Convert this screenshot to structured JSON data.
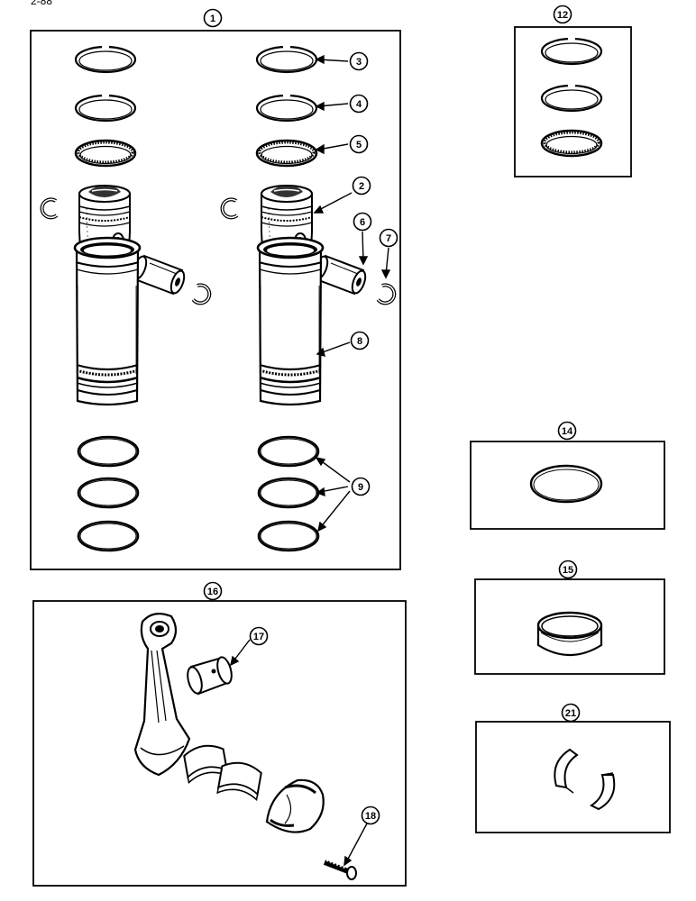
{
  "page_mark": "2-88",
  "callouts": [
    "1",
    "2",
    "3",
    "4",
    "5",
    "6",
    "7",
    "8",
    "9",
    "12",
    "14",
    "15",
    "16",
    "17",
    "18",
    "21"
  ],
  "colors": {
    "ink": "#000000",
    "paper": "#ffffff",
    "shade": "#444444"
  }
}
